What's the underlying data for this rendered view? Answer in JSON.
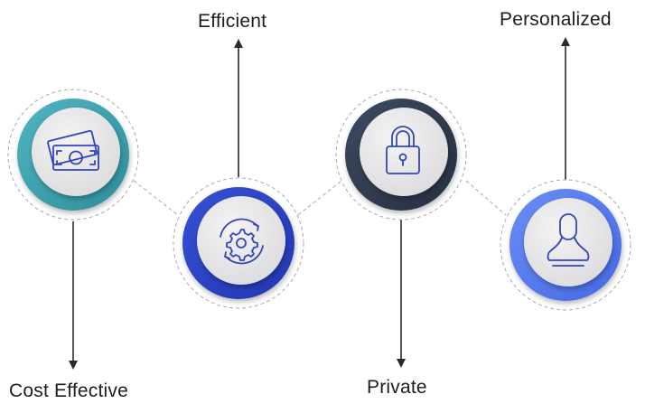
{
  "labels": {
    "cost_effective": "Cost Effective",
    "efficient": "Efficient",
    "private": "Private",
    "personalized": "Personalized"
  },
  "nodes": [
    {
      "id": "cost_effective",
      "icon": "money-icon",
      "ring_color": "#3ea3b0"
    },
    {
      "id": "efficient",
      "icon": "gear-cycle-icon",
      "ring_color": "#2b45c9"
    },
    {
      "id": "private",
      "icon": "padlock-icon",
      "ring_color": "#333f54"
    },
    {
      "id": "personalized",
      "icon": "person-icon",
      "ring_color": "#5a7ff0"
    }
  ],
  "colors": {
    "icon_stroke": "#3346b8",
    "inner_disc": "#e9e9ea",
    "dashed": "#a9a9b3",
    "arrow": "#2a2a2a"
  }
}
